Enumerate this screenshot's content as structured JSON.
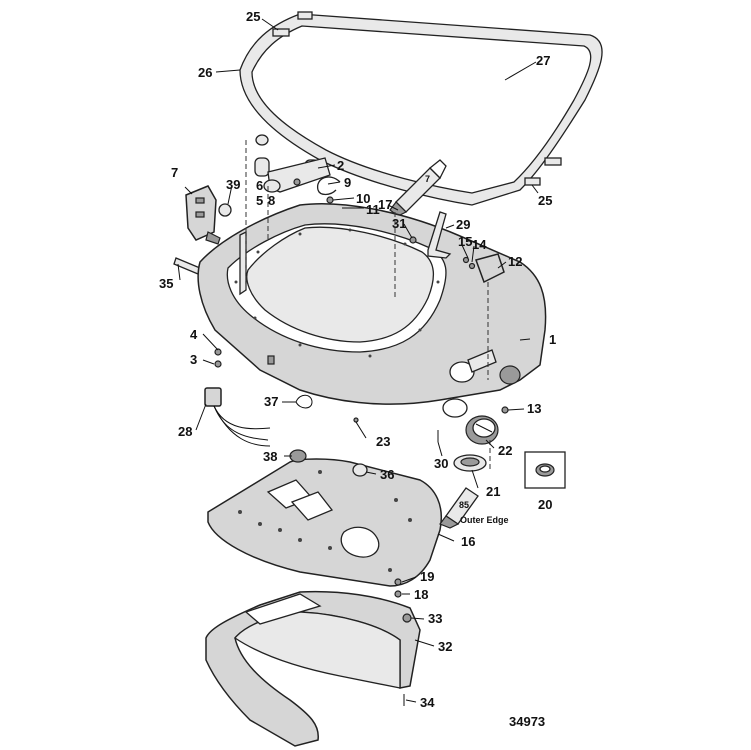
{
  "figure_number": "34973",
  "labels": {
    "p1": "1",
    "p2": "2",
    "p3": "3",
    "p4": "4",
    "p5": "5",
    "p6": "6",
    "p7": "7",
    "p8": "8",
    "p9": "9",
    "p10": "10",
    "p11": "11",
    "p12": "12",
    "p13": "13",
    "p14": "14",
    "p15": "15",
    "p16": "16",
    "p17": "17",
    "p18": "18",
    "p19": "19",
    "p20": "20",
    "p21": "21",
    "p22": "22",
    "p23": "23",
    "p25a": "25",
    "p25b": "25",
    "p26": "26",
    "p27": "27",
    "p28": "28",
    "p29": "29",
    "p30": "30",
    "p31": "31",
    "p32": "32",
    "p33": "33",
    "p34": "34",
    "p35": "35",
    "p36": "36",
    "p37": "37",
    "p38": "38",
    "p39": "39"
  },
  "tube_labels": {
    "seal_tube": "85",
    "sealant_tube": "7"
  },
  "outer_edge_note": "Outer Edge"
}
